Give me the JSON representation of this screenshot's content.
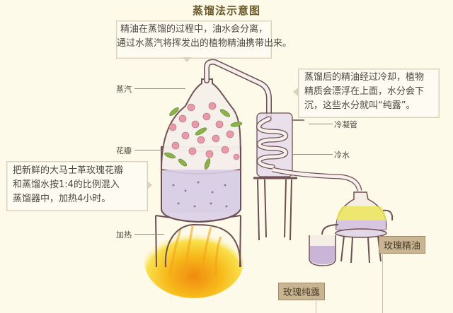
{
  "title": "蒸馏法示意图",
  "callouts": {
    "top": {
      "lines": [
        "精油在蒸馏的过程中，油水会分离，",
        "通过水蒸汽将挥发出的植物精油携带出来。"
      ]
    },
    "right": {
      "lines": [
        "蒸馏后的精油经过冷却，植物",
        "精质会漂浮在上面，水分会下",
        "沉，这些水分就叫“纯露”。"
      ]
    },
    "left": {
      "lines": [
        "把新鲜的大马士革玫瑰花瓣",
        "和蒸馏水按1:4的比例混入",
        "蒸馏器中，加热4小时。"
      ]
    }
  },
  "labels": {
    "steam": "蒸汽",
    "petals": "花瓣",
    "heating": "加热",
    "condenser": "冷凝管",
    "cold_water": "冷水"
  },
  "tags": {
    "rose_oil": "玫瑰精油",
    "rose_hydrosol": "玫瑰纯露"
  },
  "colors": {
    "background": "#fdfaea",
    "title": "#6b5a2a",
    "tag_fill": "#c9b592",
    "flame_yellow": "#f7d61e",
    "flame_orange": "#f08a10",
    "liquid_purple": "#c9b6d6",
    "oil_yellow": "#ece55a",
    "flower_pink": "#e79aa8",
    "leaf_green": "#8ab34a",
    "outline": "#6e4e52"
  }
}
